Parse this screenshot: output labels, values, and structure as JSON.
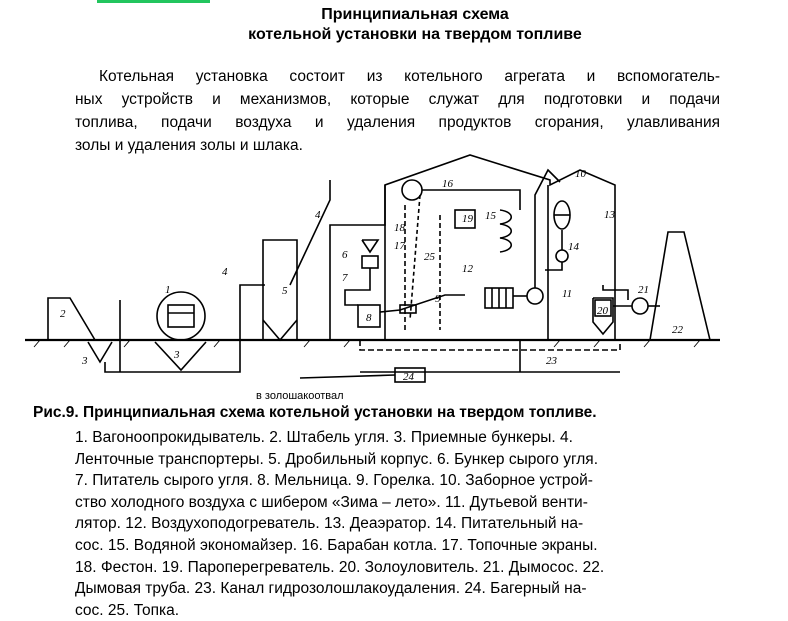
{
  "header": {
    "title_line1": "Принципиальная схема",
    "title_line2": "котельной установки на твердом топливе"
  },
  "intro": {
    "lines": [
      "Котельная установка состоит из котельного агрегата и вспомогатель-",
      "ных устройств и механизмов, которые служат для подготовки и подачи",
      "топлива, подачи воздуха и удаления продуктов сгорания, улавливания",
      "золы и удаления золы и шлака."
    ]
  },
  "diagram": {
    "labels": [
      "1",
      "2",
      "3",
      "3",
      "4",
      "4",
      "5",
      "6",
      "7",
      "8",
      "9",
      "10",
      "11",
      "12",
      "13",
      "14",
      "15",
      "16",
      "17",
      "18",
      "19",
      "20",
      "21",
      "22",
      "23",
      "24",
      "25"
    ],
    "ash_dump_label": "в золошакоотвал"
  },
  "caption": {
    "title": "Рис.9. Принципиальная схема котельной установки на твердом топливе.",
    "lines": [
      "1. Вагоноопрокидыватель. 2. Штабель угля. 3. Приемные бункеры. 4.",
      "Ленточные транспортеры. 5. Дробильный корпус. 6. Бункер сырого угля.",
      "7. Питатель сырого угля. 8. Мельница. 9. Горелка. 10. Заборное устрой-",
      "ство холодного воздуха с шибером «Зима – лето». 11. Дутьевой венти-",
      "лятор. 12. Воздухоподогреватель. 13. Деаэратор. 14. Питательный на-",
      "сос. 15. Водяной экономайзер. 16. Барабан котла. 17. Топочные экраны.",
      "18. Фестон. 19. Пароперегреватель. 20. Золоуловитель. 21. Дымосос. 22.",
      "Дымовая труба. 23. Канал гидрозолошлакоудаления. 24. Багерный на-",
      "сос. 25. Топка."
    ]
  }
}
